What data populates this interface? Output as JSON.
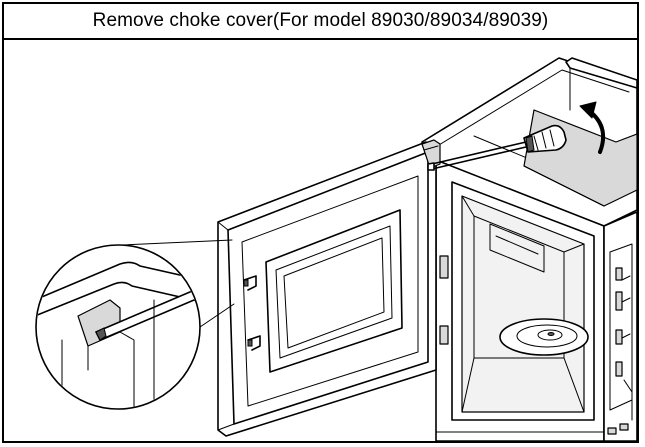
{
  "title": "Remove choke cover(For model 89030/89034/89039)",
  "illustration": {
    "subject": "microwave-oven-door-choke-cover-removal",
    "tool": "screwdriver-icon",
    "motion_indicator": "curved-arrow-icon",
    "detail_view": "magnified-circle-inset"
  },
  "colors": {
    "line": "#000000",
    "background": "#ffffff",
    "shade": "#d9d9d9"
  }
}
